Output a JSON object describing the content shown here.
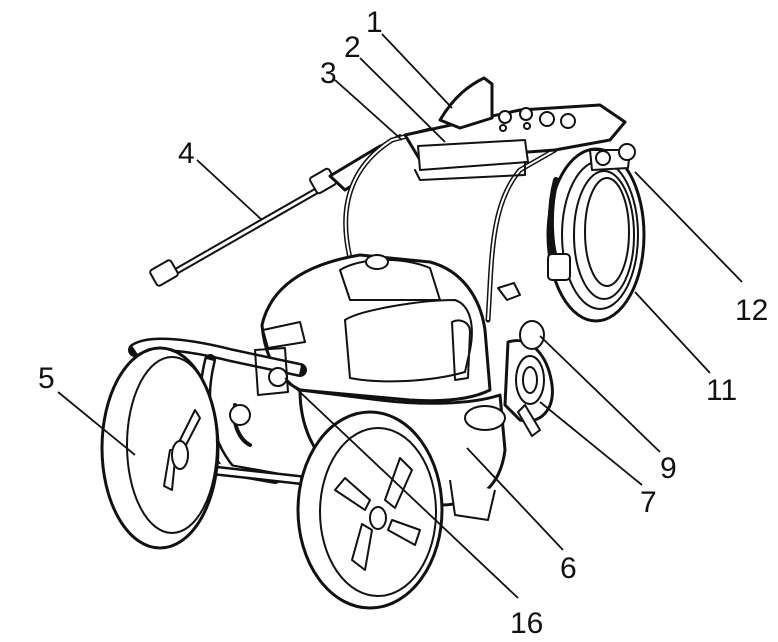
{
  "callouts": [
    {
      "id": "c1",
      "text": "1"
    },
    {
      "id": "c2",
      "text": "2"
    },
    {
      "id": "c3",
      "text": "3"
    },
    {
      "id": "c4",
      "text": "4"
    },
    {
      "id": "c5",
      "text": "5"
    },
    {
      "id": "c6",
      "text": "6"
    },
    {
      "id": "c7",
      "text": "7"
    },
    {
      "id": "c9",
      "text": "9"
    },
    {
      "id": "c11",
      "text": "11"
    },
    {
      "id": "c12",
      "text": "12"
    },
    {
      "id": "c16",
      "text": "16"
    }
  ]
}
